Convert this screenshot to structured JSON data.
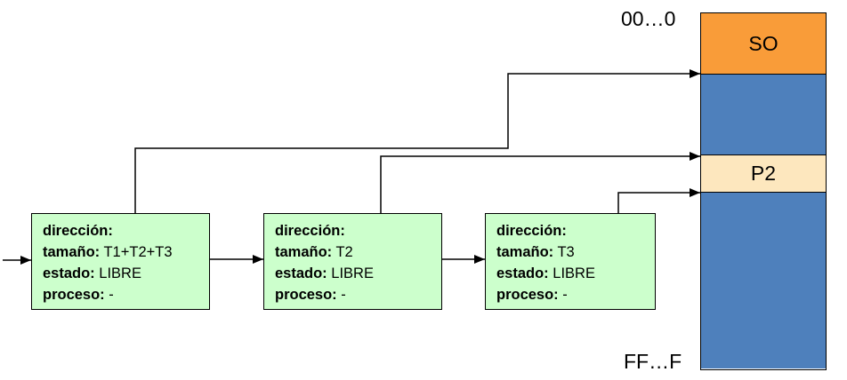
{
  "memory_map": {
    "top_address": "00…0",
    "bottom_address": "FF…F",
    "segments": [
      {
        "name": "so",
        "label": "SO",
        "color": "#F99C39"
      },
      {
        "name": "free-upper",
        "label": "",
        "color": "#4E80BC"
      },
      {
        "name": "p2",
        "label": "P2",
        "color": "#FDE7BE"
      },
      {
        "name": "free-lower",
        "label": "",
        "color": "#4E80BC"
      }
    ]
  },
  "free_list": {
    "box_color": "#CCFFCC",
    "nodes": [
      {
        "fields": [
          {
            "label": "dirección:",
            "value": ""
          },
          {
            "label": "tamaño:",
            "value": "T1+T2+T3"
          },
          {
            "label": "estado:",
            "value": "LIBRE"
          },
          {
            "label": "proceso:",
            "value": "-"
          }
        ]
      },
      {
        "fields": [
          {
            "label": "dirección:",
            "value": ""
          },
          {
            "label": "tamaño:",
            "value": "T2"
          },
          {
            "label": "estado:",
            "value": "LIBRE"
          },
          {
            "label": "proceso:",
            "value": "-"
          }
        ]
      },
      {
        "fields": [
          {
            "label": "dirección:",
            "value": ""
          },
          {
            "label": "tamaño:",
            "value": "T3"
          },
          {
            "label": "estado:",
            "value": "LIBRE"
          },
          {
            "label": "proceso:",
            "value": "-"
          }
        ]
      }
    ]
  }
}
